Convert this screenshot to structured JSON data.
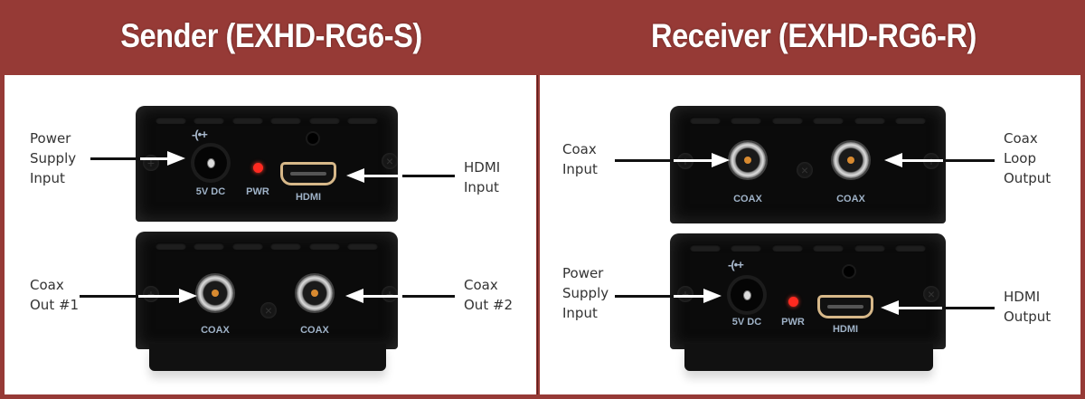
{
  "header": {
    "left_title": "Sender (EXHD-RG6-S)",
    "right_title": "Receiver (EXHD-RG6-R)"
  },
  "colors": {
    "frame": "#963a36",
    "panel": "#ffffff",
    "device_body": "#0b0b0b",
    "led": "#ff2a20",
    "hdmi_port": "#d7b889",
    "port_label": "#9fb2c7"
  },
  "sender": {
    "top_unit": {
      "polarity_symbol": "-(•+",
      "dc_label": "5V DC",
      "pwr_label": "PWR",
      "hdmi_label": "HDMI",
      "callout_left": [
        "Power",
        "Supply",
        "Input"
      ],
      "callout_right": [
        "HDMI",
        "Input"
      ]
    },
    "bottom_unit": {
      "coax1_label": "COAX",
      "coax2_label": "COAX",
      "callout_left": [
        "Coax",
        "Out #1"
      ],
      "callout_right": [
        "Coax",
        "Out #2"
      ]
    }
  },
  "receiver": {
    "top_unit": {
      "coax1_label": "COAX",
      "coax2_label": "COAX",
      "callout_left": [
        "Coax",
        "Input"
      ],
      "callout_right": [
        "Coax",
        "Loop",
        "Output"
      ]
    },
    "bottom_unit": {
      "polarity_symbol": "-(•+",
      "dc_label": "5V DC",
      "pwr_label": "PWR",
      "hdmi_label": "HDMI",
      "callout_left": [
        "Power",
        "Supply",
        "Input"
      ],
      "callout_right": [
        "HDMI",
        "Output"
      ]
    }
  }
}
